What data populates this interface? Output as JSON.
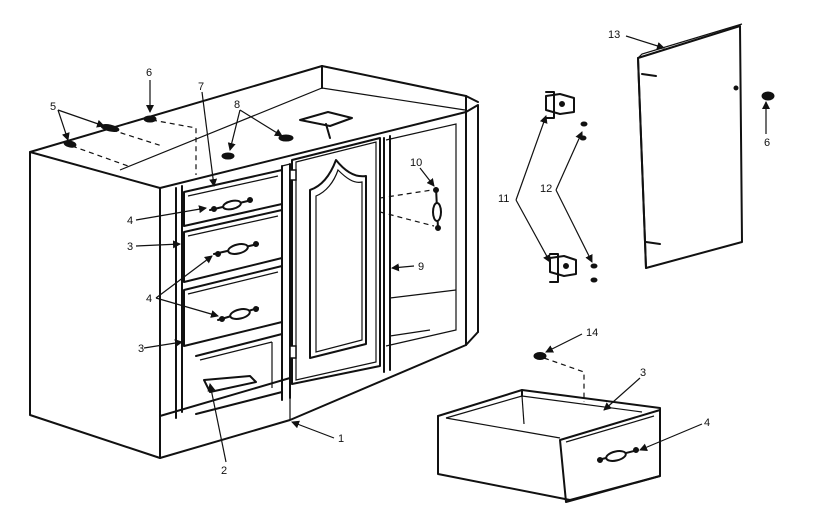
{
  "callouts": {
    "c1": "1",
    "c2": "2",
    "c3a": "3",
    "c3b": "3",
    "c3c": "3",
    "c4a": "4",
    "c4b": "4",
    "c4c": "4",
    "c5": "5",
    "c6a": "6",
    "c6b": "6",
    "c7": "7",
    "c8": "8",
    "c9": "9",
    "c10": "10",
    "c11": "11",
    "c12": "12",
    "c13": "13",
    "c14": "14"
  }
}
